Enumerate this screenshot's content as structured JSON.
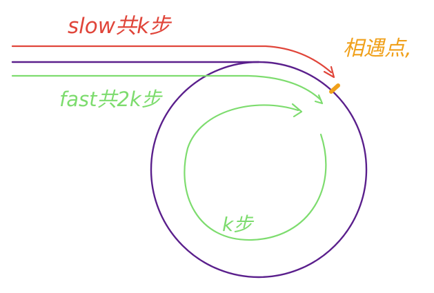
{
  "labels": {
    "slow": "slow共k步",
    "fast": "fast共2k步",
    "meet": "相遇点,",
    "loop": "k步"
  },
  "colors": {
    "slow": "#e0453a",
    "fast": "#7ddc6e",
    "path": "#5a1f8c",
    "meet": "#f0a01a"
  }
}
